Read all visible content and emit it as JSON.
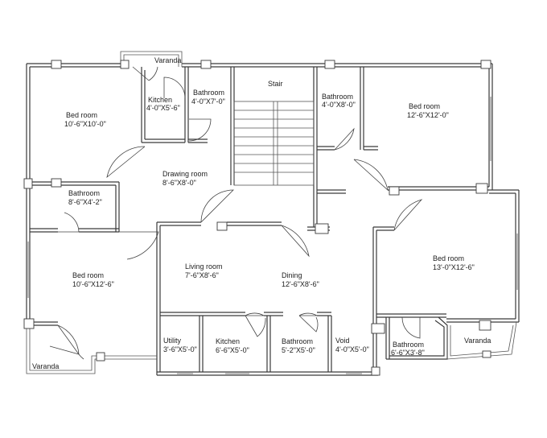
{
  "rooms": {
    "varanda_top": {
      "name": "Varanda"
    },
    "bed_tl": {
      "name": "Bed room",
      "dim": "10'-6\"X10'-0\""
    },
    "kitchen_top": {
      "name": "Kitchen",
      "dim": "4'-0\"X5'-6\""
    },
    "bath_top": {
      "name": "Bathroom",
      "dim": "4'-0\"X7'-0\""
    },
    "stair": {
      "name": "Stair"
    },
    "bath_tr": {
      "name": "Bathroom",
      "dim": "4'-0\"X8'-0\""
    },
    "bed_tr": {
      "name": "Bed room",
      "dim": "12'-6\"X12'-0\""
    },
    "drawing": {
      "name": "Drawing room",
      "dim": "8'-6\"X8'-0\""
    },
    "bath_left": {
      "name": "Bathroom",
      "dim": "8'-6\"X4'-2\""
    },
    "living": {
      "name": "Living room",
      "dim": "7'-6\"X8'-6\""
    },
    "dining": {
      "name": "Dining",
      "dim": "12'-6\"X8'-6\""
    },
    "bed_bl": {
      "name": "Bed room",
      "dim": "10'-6\"X12'-6\""
    },
    "bed_br": {
      "name": "Bed room",
      "dim": "13'-0\"X12'-6\""
    },
    "utility": {
      "name": "Utility",
      "dim": "3'-6\"X5'-0\""
    },
    "kitchen_bot": {
      "name": "Kitchen",
      "dim": "6'-6\"X5'-0\""
    },
    "bath_bot": {
      "name": "Bathroom",
      "dim": "5'-2\"X5'-0\""
    },
    "void": {
      "name": "Void",
      "dim": "4'-0\"X5'-0\""
    },
    "bath_br": {
      "name": "Bathroom",
      "dim": "6'-6\"X3'-8\""
    },
    "varanda_br": {
      "name": "Varanda"
    },
    "varanda_bl": {
      "name": "Varanda"
    }
  }
}
